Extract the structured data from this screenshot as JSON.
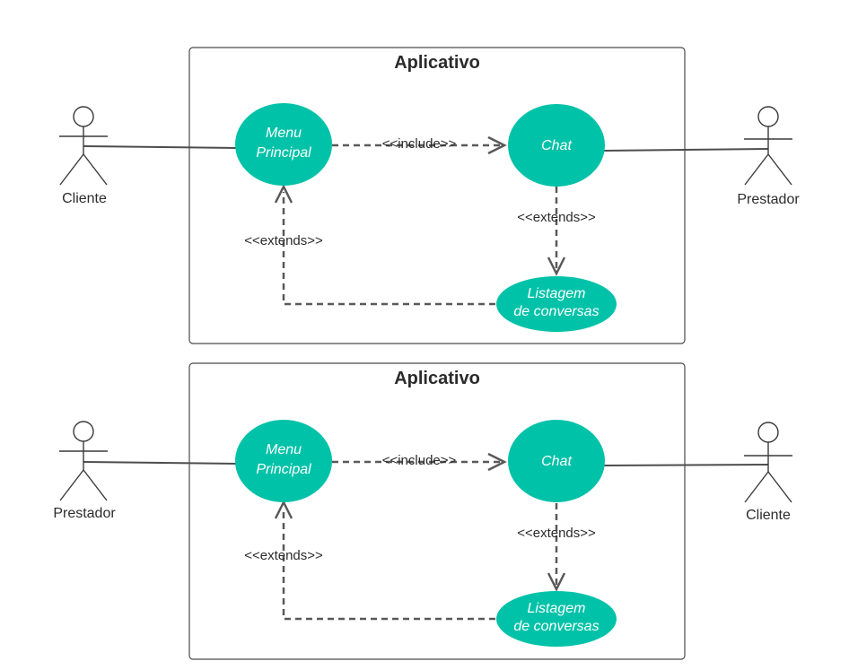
{
  "colors": {
    "usecase_fill": "#00c2a8",
    "boundary_stroke": "#4a4a4a",
    "line": "#4d4d4d"
  },
  "diagrams": [
    {
      "system_title": "Aplicativo",
      "left_actor": "Cliente",
      "right_actor": "Prestador",
      "usecases": {
        "menu_line1": "Menu",
        "menu_line2": "Principal",
        "chat": "Chat",
        "listagem_line1": "Listagem",
        "listagem_line2": "de conversas"
      },
      "relations": {
        "include": "<<include>>",
        "extends_chat_listagem": "<<extends>>",
        "extends_listagem_menu": "<<extends>>"
      }
    },
    {
      "system_title": "Aplicativo",
      "left_actor": "Prestador",
      "right_actor": "Cliente",
      "usecases": {
        "menu_line1": "Menu",
        "menu_line2": "Principal",
        "chat": "Chat",
        "listagem_line1": "Listagem",
        "listagem_line2": "de conversas"
      },
      "relations": {
        "include": "<<include>>",
        "extends_chat_listagem": "<<extends>>",
        "extends_listagem_menu": "<<extends>>"
      }
    }
  ]
}
